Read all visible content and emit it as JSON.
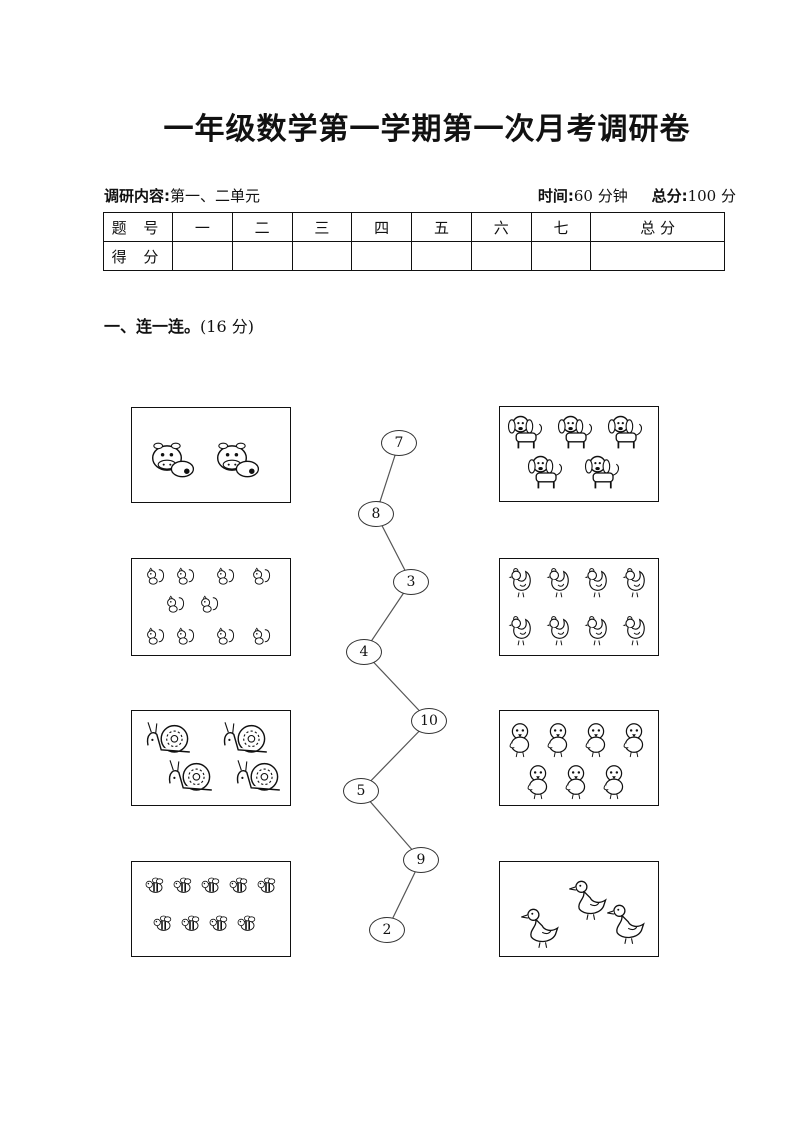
{
  "title": "一年级数学第一学期第一次月考调研卷",
  "meta": {
    "content_label": "调研内容:",
    "content_value": "第一、二单元",
    "time_label": "时间:",
    "time_value": "60 分钟",
    "total_label": "总分:",
    "total_value": "100 分"
  },
  "score_table": {
    "row1_header": "题 号",
    "columns": [
      "一",
      "二",
      "三",
      "四",
      "五",
      "六",
      "七",
      "总 分"
    ],
    "row2_header": "得 分"
  },
  "section1": {
    "title": "一、连一连。",
    "points": "(16 分)"
  },
  "left_pictures": [
    {
      "animal": "cow",
      "count": 2
    },
    {
      "animal": "squirrel",
      "count": 10
    },
    {
      "animal": "snail",
      "count": 4
    },
    {
      "animal": "bee",
      "count": 9
    }
  ],
  "right_pictures": [
    {
      "animal": "dog",
      "count": 5
    },
    {
      "animal": "rooster",
      "count": 8
    },
    {
      "animal": "chick",
      "count": 7
    },
    {
      "animal": "duck",
      "count": 3
    }
  ],
  "numbers": [
    "7",
    "8",
    "3",
    "4",
    "10",
    "5",
    "9",
    "2"
  ],
  "colors": {
    "ink": "#111111",
    "line": "#555555"
  }
}
